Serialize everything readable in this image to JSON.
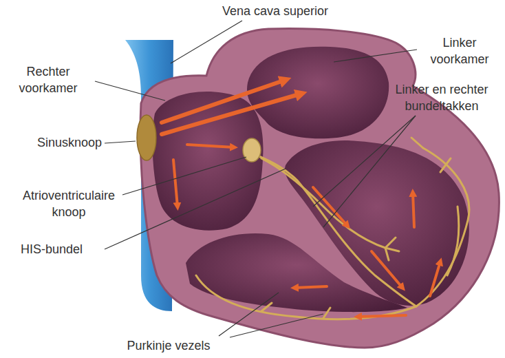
{
  "diagram": {
    "labels": [
      "Vena cava superior",
      "Linker voorkamer",
      "Rechter voorkamer",
      "Linker en rechter bundeltakken",
      "Sinusknoop",
      "Atrioventriculaire knoop",
      "HIS-bundel",
      "Purkinje vezels"
    ]
  }
}
